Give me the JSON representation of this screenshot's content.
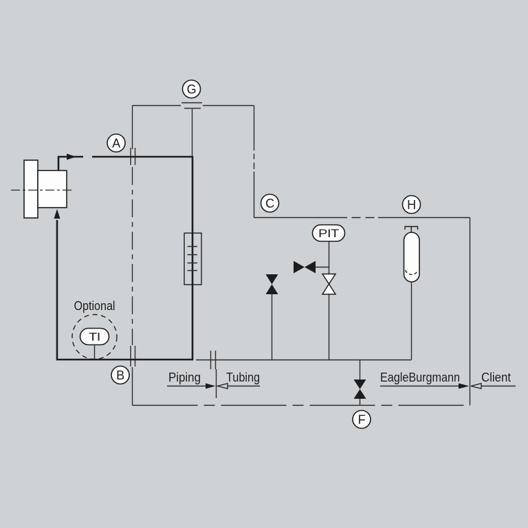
{
  "colors": {
    "background": "#cfd2d4",
    "line": "#1d1d1d"
  },
  "connection_labels": {
    "a": "A",
    "b": "B",
    "c": "C",
    "f": "F",
    "g": "G",
    "h": "H"
  },
  "instruments": {
    "pressure_transmitter": "PIT",
    "temperature_indicator": "TI",
    "optional_note": "Optional"
  },
  "boundary_labels": {
    "piping": "Piping",
    "tubing": "Tubing",
    "supplier": "EagleBurgmann",
    "client": "Client"
  }
}
